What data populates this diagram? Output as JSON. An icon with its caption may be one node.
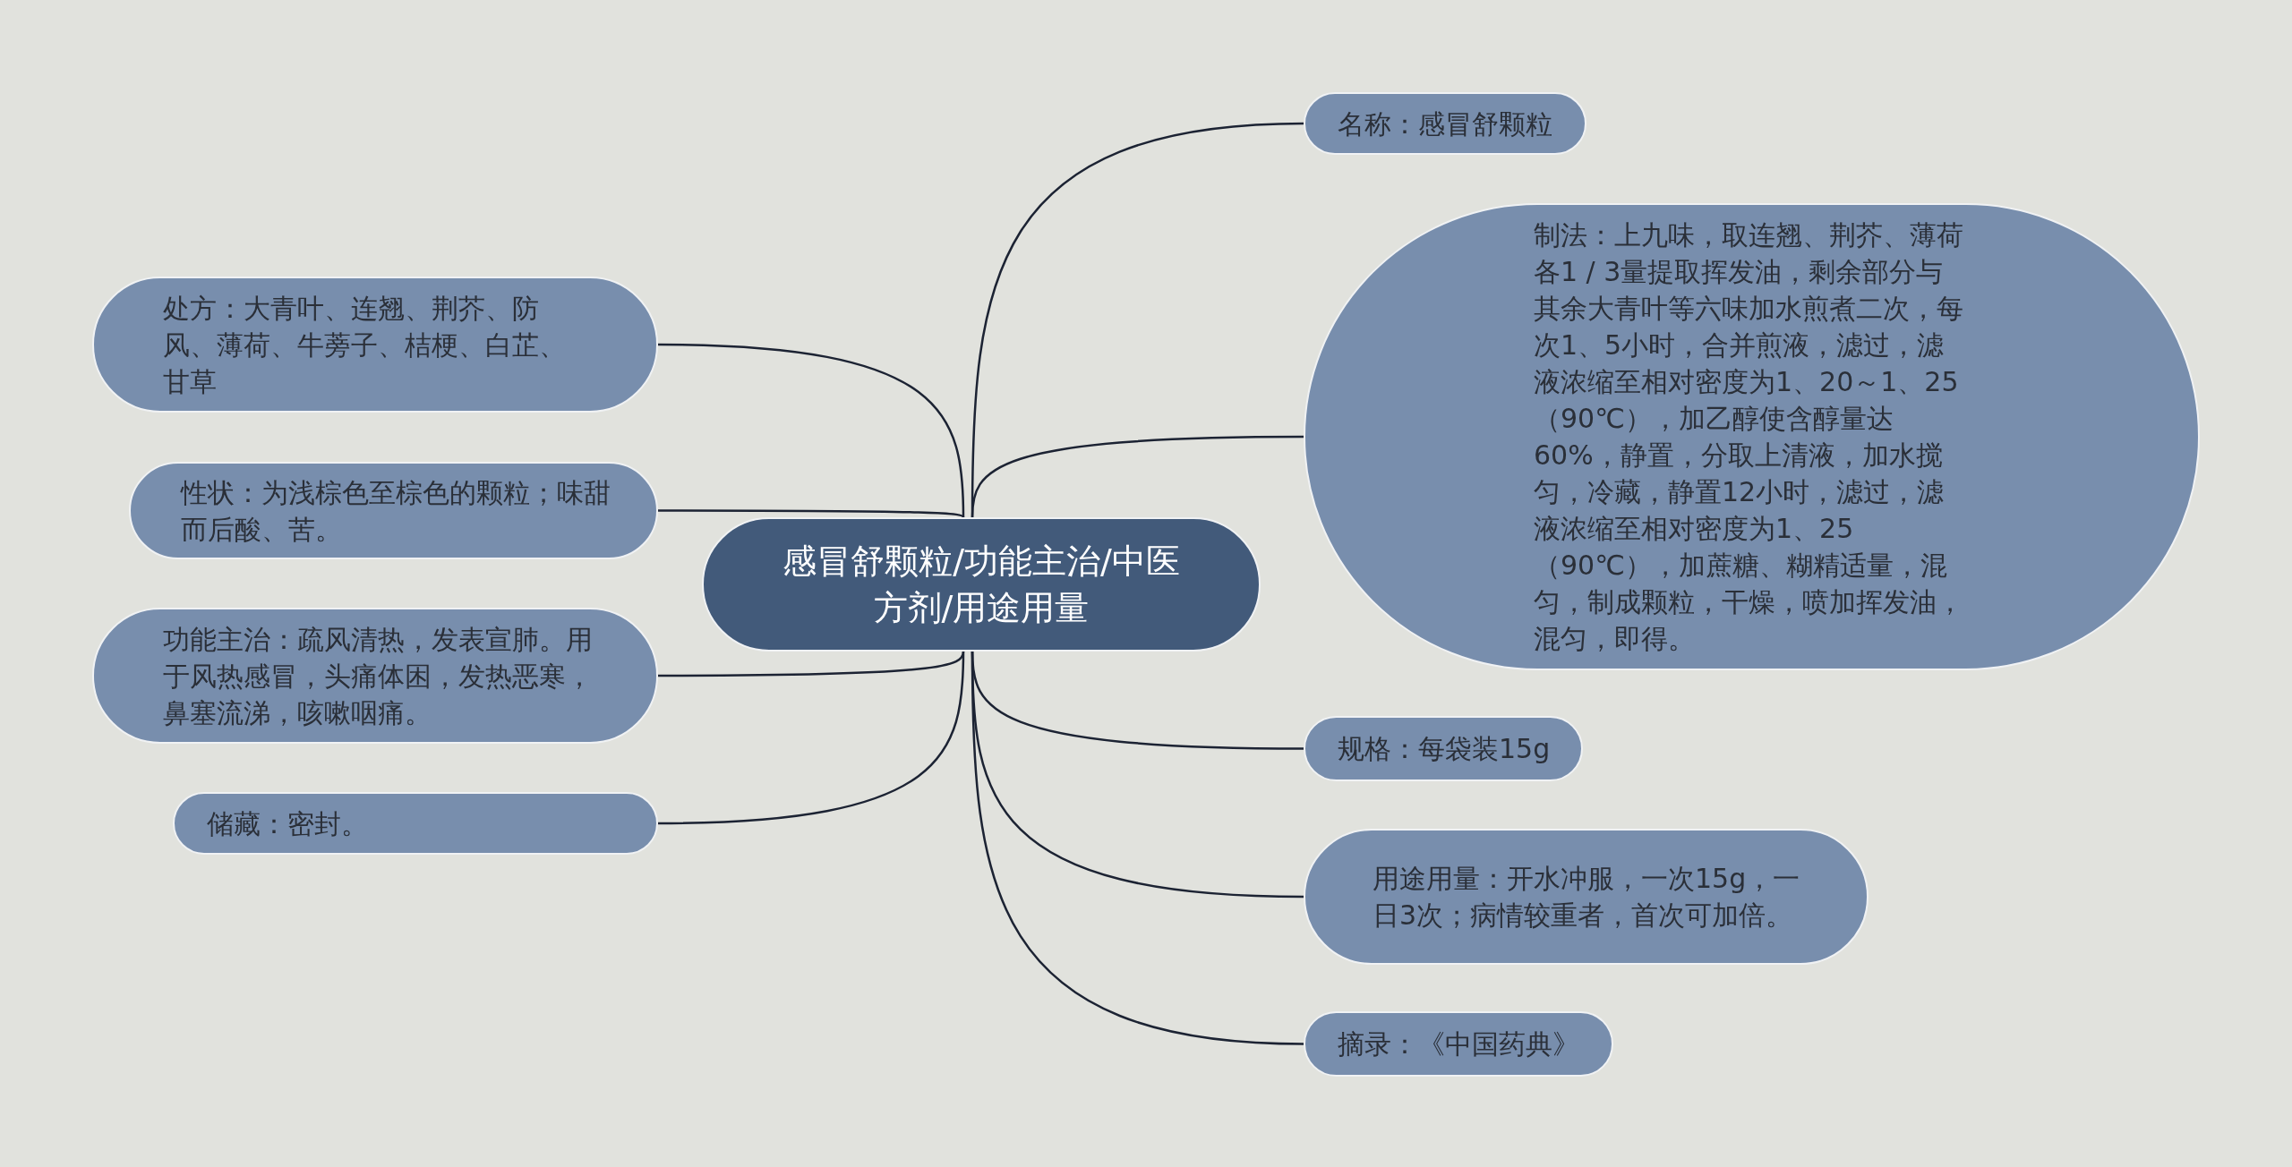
{
  "diagram": {
    "nodes": [
      {
        "text": [
          "感冒舒颗粒/功能主治/中医方剂/用途用量"
        ]
      },
      {
        "text": [
          "处方：大青叶、连翘、荆芥、防风、薄荷、牛蒡子、桔梗、白芷、甘草"
        ]
      },
      {
        "text": [
          "性状：为浅棕色至棕色的颗粒；味甜而后酸、苦。"
        ]
      },
      {
        "text": [
          "功能主治：疏风清热，发表宣肺。用于风热感冒，头痛体困，发热恶寒，鼻塞流涕，咳嗽咽痛。"
        ]
      },
      {
        "text": [
          "储藏：密封。"
        ]
      },
      {
        "text": [
          "名称：感冒舒颗粒"
        ]
      },
      {
        "text": [
          "制法：上九味，取连翘、荆芥、薄荷各1 / 3量提取挥发油，剩余部分与其余大青叶等六味加水煎煮二次，每次1、5小时，合并煎液，滤过，滤液浓缩至相对密度为1、20～1、25（90℃），加乙醇使含醇量达60%，静置，分取上清液，加水搅匀，冷藏，静置12小时，滤过，滤液浓缩至相对密度为1、25（90℃），加蔗糖、糊精适量，混匀，制成颗粒，干燥，喷加挥发油，混匀，即得。"
        ]
      },
      {
        "text": [
          "规格：每袋装15g"
        ]
      },
      {
        "text": [
          "用途用量：开水冲服，一次15g，一日3次；病情较重者，首次可加倍。"
        ]
      },
      {
        "text": [
          "摘录：《中国药典》"
        ]
      }
    ],
    "edges": [
      {
        "from": 0,
        "to": 1,
        "arrow": "none"
      },
      {
        "from": 0,
        "to": 2,
        "arrow": "none"
      },
      {
        "from": 0,
        "to": 3,
        "arrow": "none"
      },
      {
        "from": 0,
        "to": 4,
        "arrow": "none"
      },
      {
        "from": 0,
        "to": 5,
        "arrow": "none"
      },
      {
        "from": 0,
        "to": 6,
        "arrow": "none"
      },
      {
        "from": 0,
        "to": 7,
        "arrow": "none"
      },
      {
        "from": 0,
        "to": 8,
        "arrow": "none"
      },
      {
        "from": 0,
        "to": 9,
        "arrow": "none"
      }
    ]
  }
}
